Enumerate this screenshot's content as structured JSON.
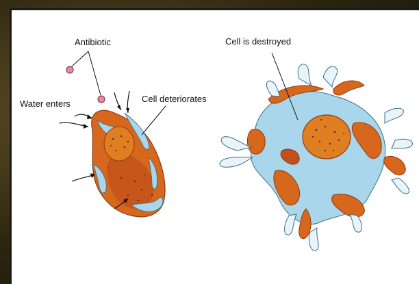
{
  "labels": {
    "antibiotic": "Antibiotic",
    "water_enters": "Water enters",
    "cell_deteriorates": "Cell deteriorates",
    "cell_destroyed": "Cell is destroyed"
  },
  "colors": {
    "background_frame": "#3b321a",
    "panel": "#ffffff",
    "cell_orange": "#d8671e",
    "cell_dark": "#b4461a",
    "nucleus": "#d9781f",
    "water_blue": "#a9d6ea",
    "antibiotic_pink": "#e48aa0"
  }
}
